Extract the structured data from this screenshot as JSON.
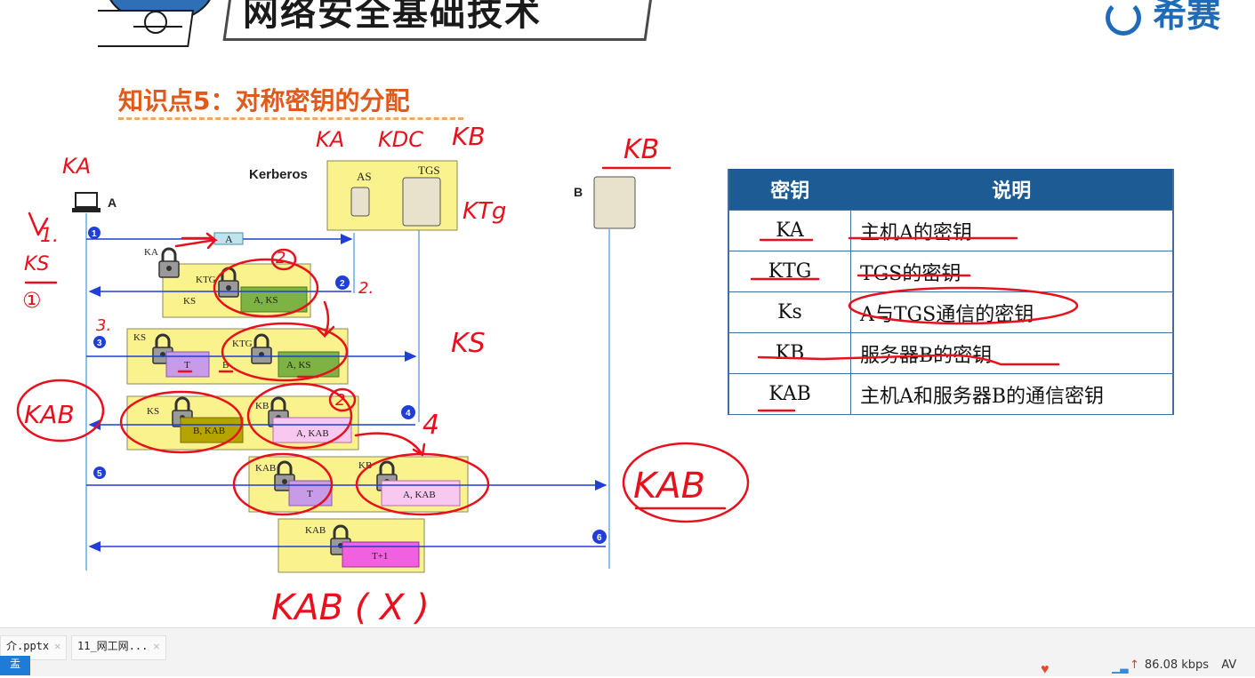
{
  "slide": {
    "title": "网络安全基础技术",
    "logo_text": "希赛",
    "knowledge_point": "知识点5：对称密钥的分配",
    "diagram": {
      "kerberos_label": "Kerberos",
      "as_label": "AS",
      "tgs_label": "TGS",
      "host_a_label": "A",
      "host_b_label": "B",
      "msg1_label": "A",
      "step_numbers": [
        "1",
        "2",
        "3",
        "4",
        "5",
        "6"
      ],
      "lock_keys": [
        "KA",
        "KTG",
        "KS",
        "KTG",
        "KS",
        "KB",
        "KAB",
        "KB",
        "KAB"
      ],
      "payloads": [
        "KS",
        "A, KS",
        "T",
        "B",
        "A, KS",
        "B, KAB",
        "A, KAB",
        "T",
        "A, KAB",
        "T+1"
      ]
    },
    "annotations": {
      "ka_top": "KA",
      "kdc": "KDC",
      "kb_top": "KB",
      "kb_right": "KB",
      "ka_left": "KA",
      "ktg_note": "KTg",
      "step1": "1.",
      "ks_note": "KS",
      "circle1": "①",
      "circle2_a": "2",
      "step2": "2.",
      "step3": "3.",
      "ks_right": "KS",
      "kab_left": "KAB",
      "num4": "4",
      "circle2_b": "2",
      "kab_right": "KAB",
      "kab_bottom": "KAB ( X )"
    },
    "table": {
      "headers": [
        "密钥",
        "说明"
      ],
      "rows": [
        {
          "key": "KA",
          "desc": "主机A的密钥"
        },
        {
          "key": "KTG",
          "desc": "TGS的密钥"
        },
        {
          "key": "Ks",
          "desc": "A与TGS通信的密钥"
        },
        {
          "key": "KB",
          "desc": "服务器B的密钥"
        },
        {
          "key": "KAB",
          "desc": "主机A和服务器B的通信密钥"
        }
      ]
    }
  },
  "taskbar": {
    "tabs": [
      {
        "label": "介.pptx"
      },
      {
        "label": "11_网工网..."
      }
    ],
    "chip_label": "盂",
    "net_speed": "86.08 kbps",
    "net_speed_extra": "AV"
  },
  "colors": {
    "accent_orange": "#e05a1c",
    "table_header": "#1c5b94",
    "annotation_red": "#e8101c",
    "diagram_yellow": "#faf28c",
    "arrow_blue": "#1f3fd6"
  }
}
